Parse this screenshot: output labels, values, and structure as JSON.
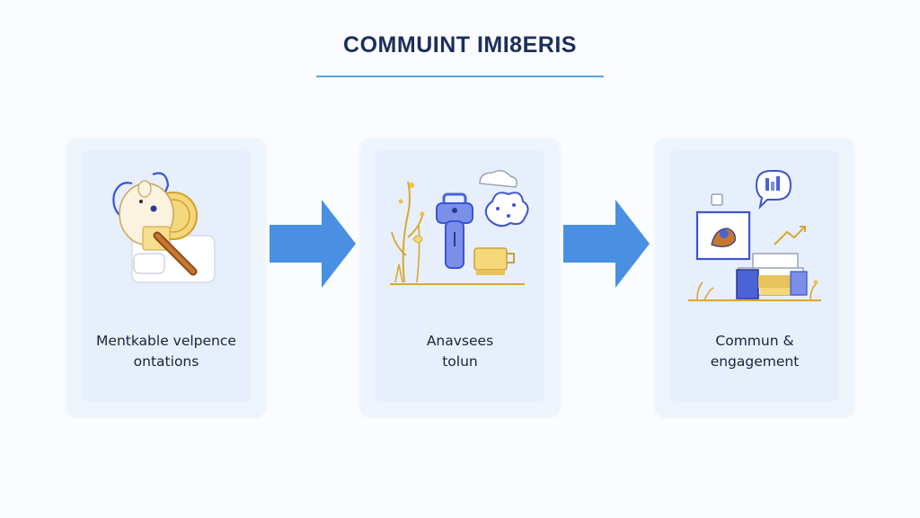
{
  "header": {
    "title": "COMMUINT IMI8ERIS"
  },
  "steps": [
    {
      "label_line1": "Mentkable velpence",
      "label_line2": "ontations",
      "icon": "mascot-with-magnifier-icon"
    },
    {
      "label_line1": "Anavsees",
      "label_line2": "tolun",
      "icon": "analysis-tools-icon"
    },
    {
      "label_line1": "Commun &",
      "label_line2": "engagement",
      "icon": "engagement-workspace-icon"
    }
  ],
  "colors": {
    "title": "#1b2f5c",
    "accent": "#4a90e2",
    "card_bg": "#eef4fc",
    "illustration_gold": "#e9b43a",
    "illustration_blue": "#4a63d6"
  }
}
